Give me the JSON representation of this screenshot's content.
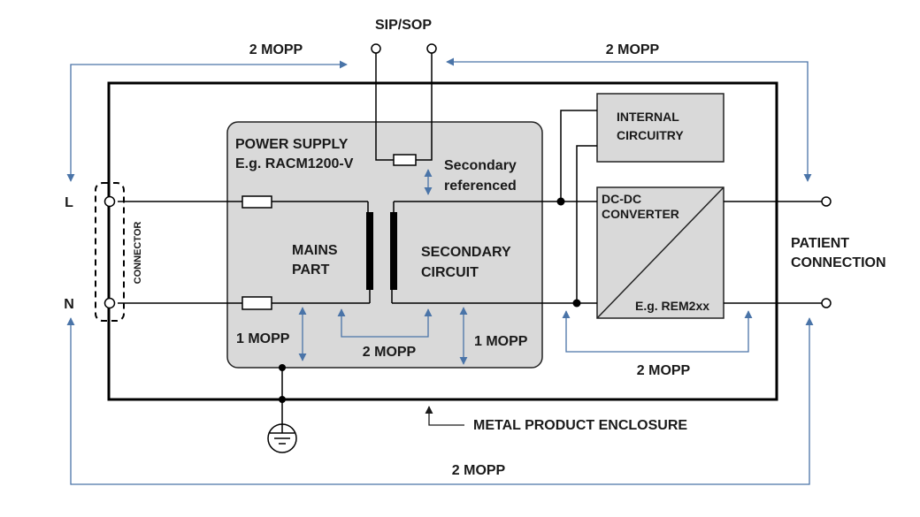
{
  "top_label": "SIP/SOP",
  "power_supply": {
    "title": "POWER SUPPLY",
    "model": "E.g. RACM1200-V"
  },
  "secondary_referenced": {
    "line1": "Secondary",
    "line2": "referenced"
  },
  "mains_part": {
    "line1": "MAINS",
    "line2": "PART"
  },
  "secondary_circuit": {
    "line1": "SECONDARY",
    "line2": "CIRCUIT"
  },
  "internal_circuitry": {
    "line1": "INTERNAL",
    "line2": "CIRCUITRY"
  },
  "dcdc": {
    "line1": "DC-DC",
    "line2": "CONVERTER",
    "model": "E.g. REM2xx"
  },
  "patient_connection": {
    "line1": "PATIENT",
    "line2": "CONNECTION"
  },
  "connector_label": "CONNECTOR",
  "line_L": "L",
  "line_N": "N",
  "mopp": {
    "top_left": "2  MOPP",
    "top_right": "2  MOPP",
    "mains_earth": "1  MOPP",
    "mains_secondary": "2  MOPP",
    "secondary_earth": "1  MOPP",
    "dcdc_isolation": "2  MOPP",
    "bottom": "2  MOPP"
  },
  "enclosure_label": "METAL PRODUCT ENCLOSURE",
  "colors": {
    "arrow": "#4a74a8",
    "line": "#1a1a1a",
    "block_fill": "#d9d9d9"
  }
}
